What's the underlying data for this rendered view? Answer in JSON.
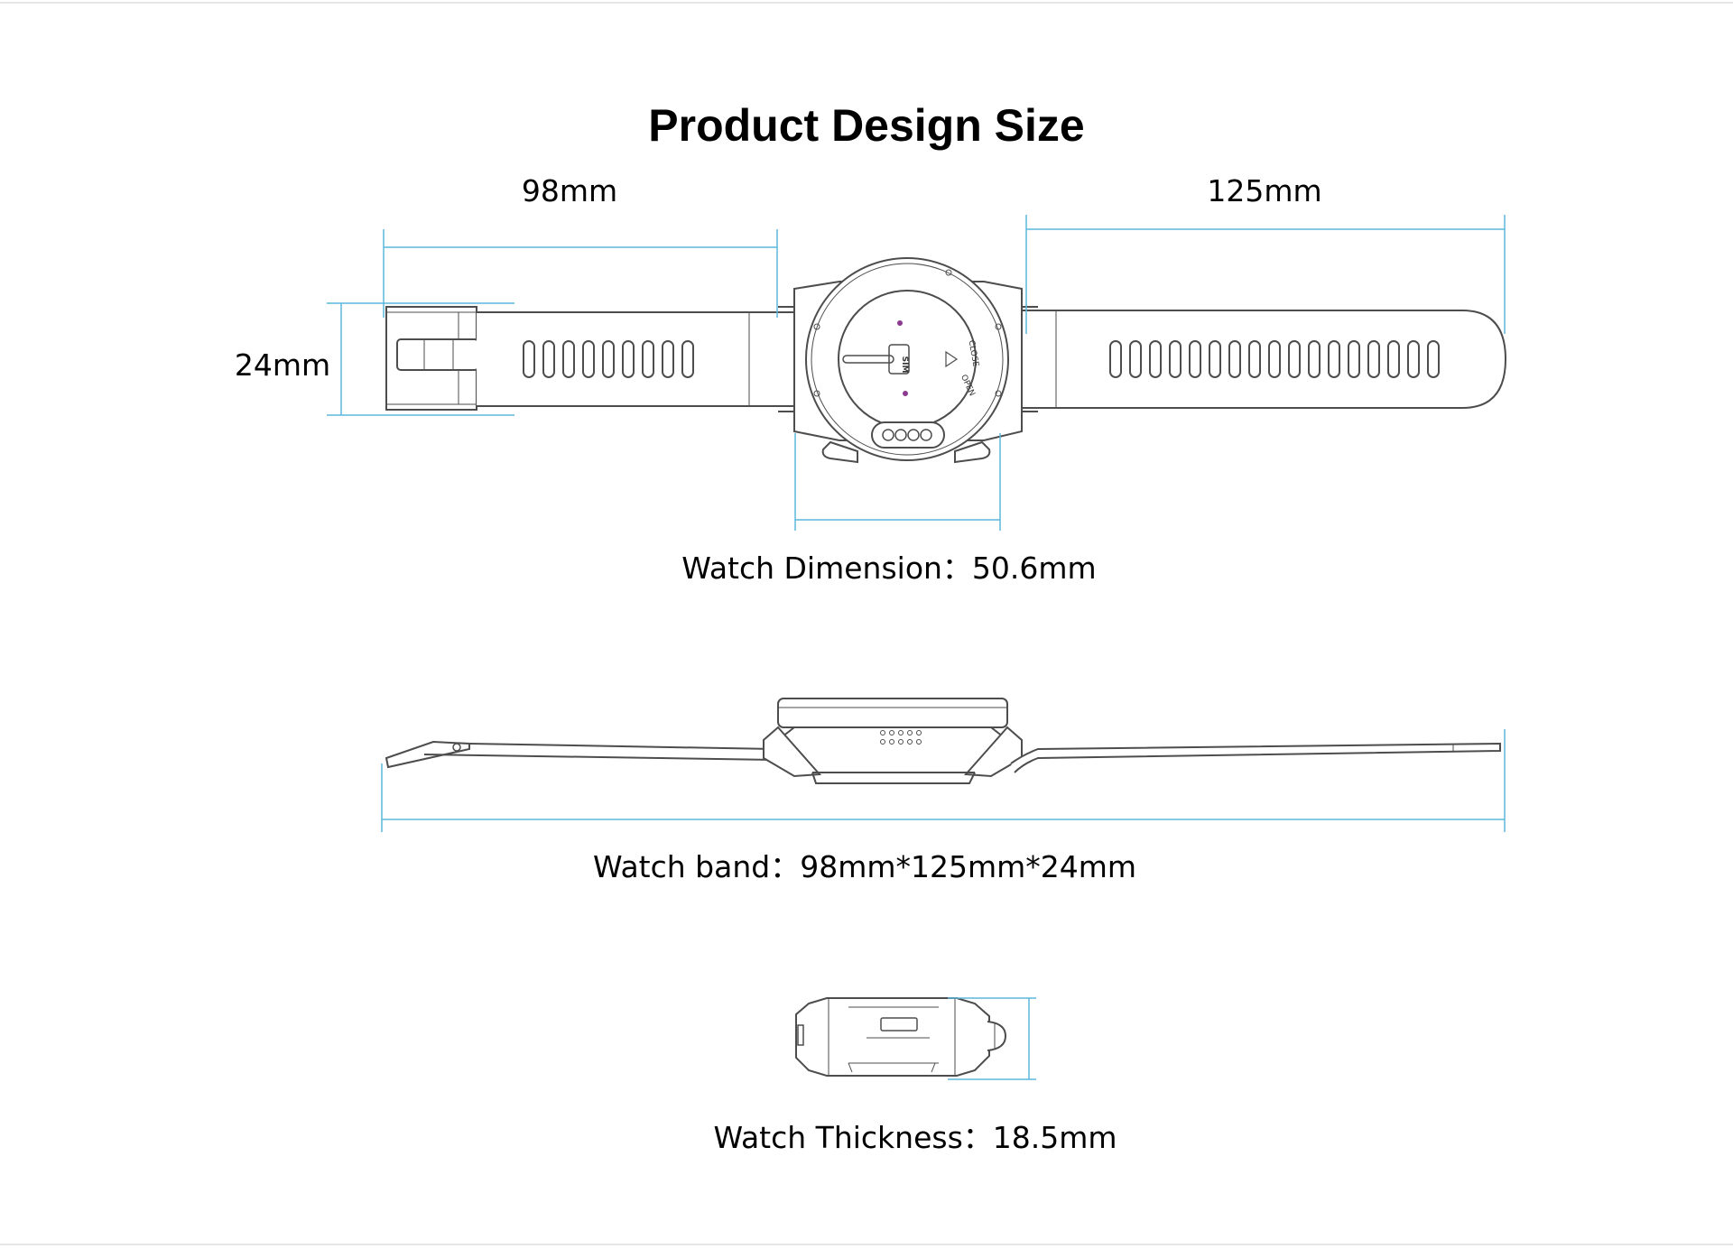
{
  "title": "Product Design Size",
  "dims": {
    "strap_short": "98mm",
    "strap_long": "125mm",
    "width": "24mm"
  },
  "captions": {
    "dimension": "Watch Dimension：50.6mm",
    "band": "Watch band：98mm*125mm*24mm",
    "thickness": "Watch Thickness：18.5mm"
  },
  "back_labels": {
    "sim": "SIM",
    "close": "CLOSE",
    "open": "OPEN"
  },
  "colors": {
    "dimension_line": "#5bb8dc",
    "outline": "#4d4d4d",
    "accent_dot": "#8b3a8f"
  }
}
